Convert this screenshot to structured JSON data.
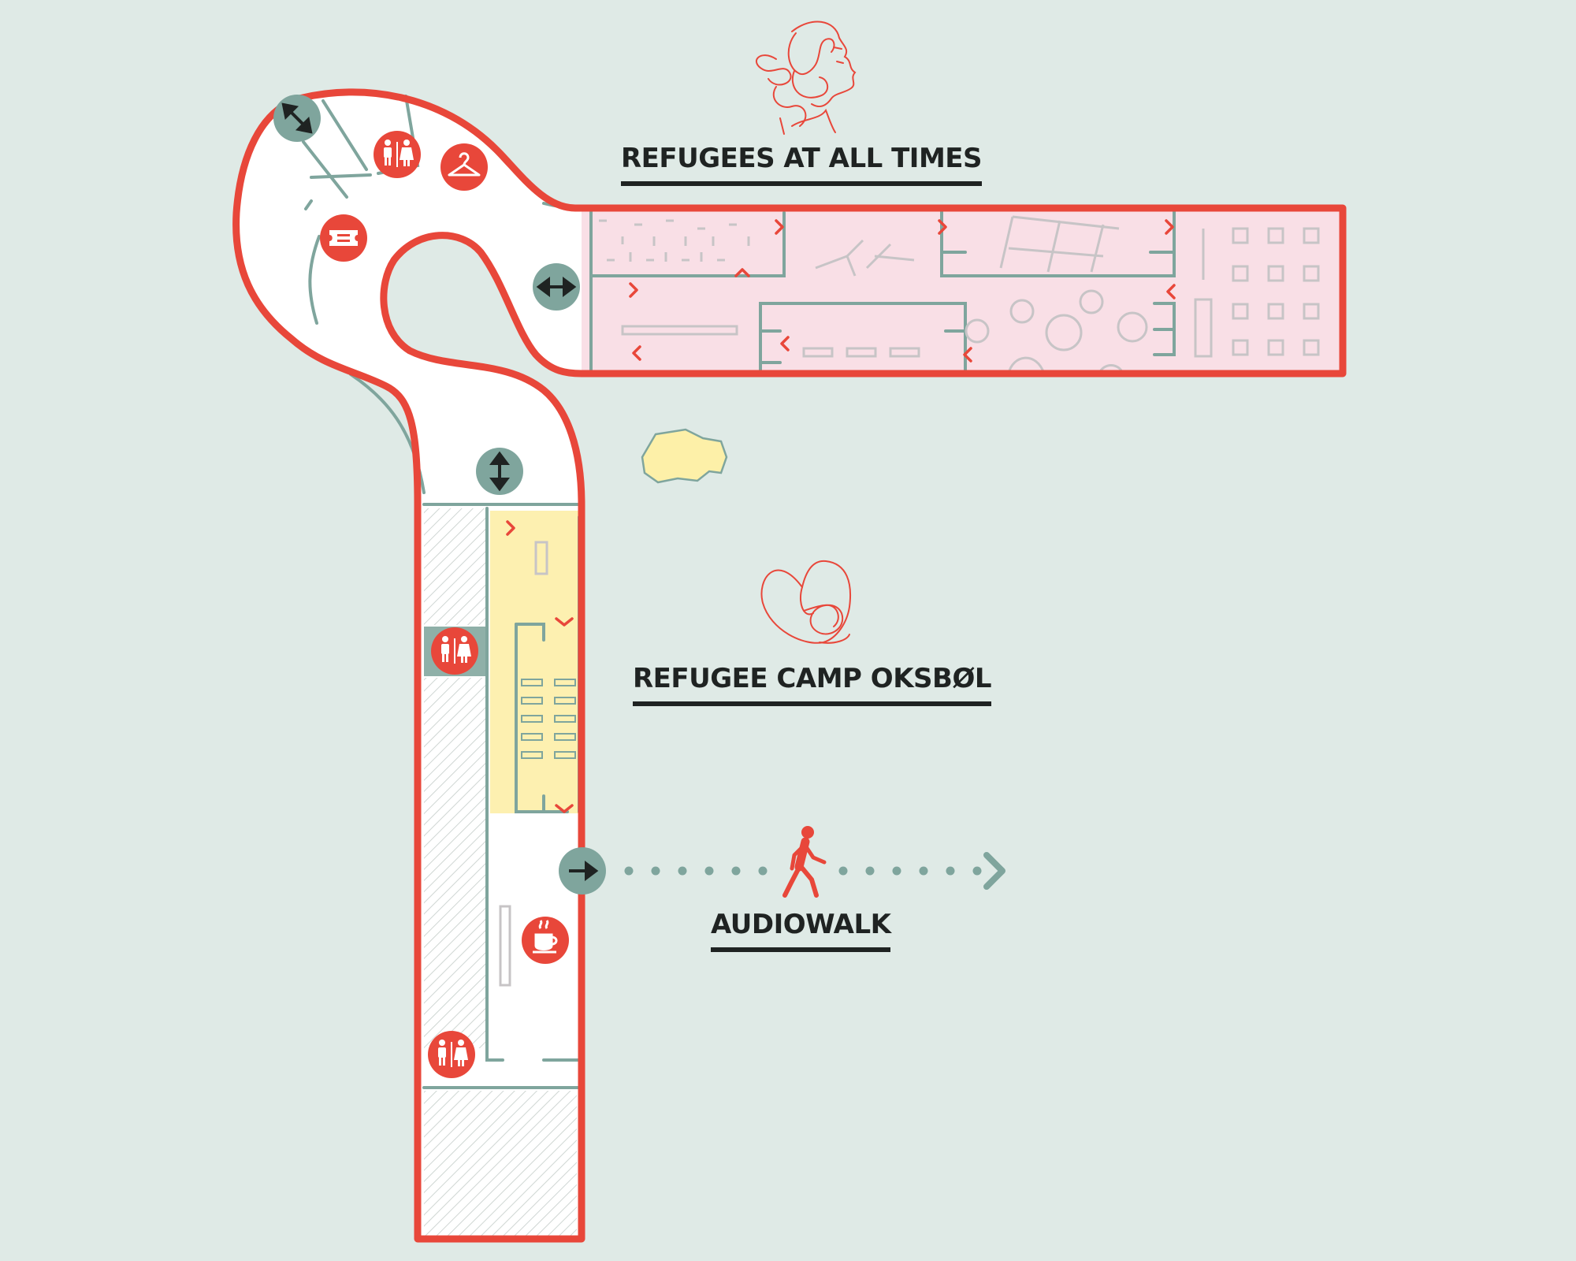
{
  "sections": {
    "refugees_at_all_times": {
      "title": "REFUGEES AT ALL TIMES"
    },
    "refugee_camp_oksbol": {
      "title": "REFUGEE CAMP OKSBØL"
    },
    "audiowalk": {
      "title": "AUDIOWALK"
    }
  },
  "icons": {
    "elevator_diagonal": "diagonal-double-arrow-icon",
    "elevator_horizontal": "horizontal-double-arrow-icon",
    "elevator_vertical": "vertical-double-arrow-icon",
    "exit_audiowalk": "right-arrow-icon",
    "toilets": "toilet-icon",
    "wardrobe": "coat-hanger-icon",
    "tickets": "ticket-icon",
    "cafe": "coffee-cup-icon",
    "walker": "walking-person-icon",
    "face_drawing": "face-line-drawing-icon",
    "heart_drawing": "heart-line-drawing-icon"
  },
  "colors": {
    "background": "#dfeae6",
    "outline_red": "#e8473a",
    "wall_teal": "#7fa59d",
    "icon_circle_teal": "#7fa59d",
    "exhibition_pink": "#f9dfe6",
    "exhibition_yellow": "#fdf0b0",
    "text_dark": "#1f2322"
  }
}
